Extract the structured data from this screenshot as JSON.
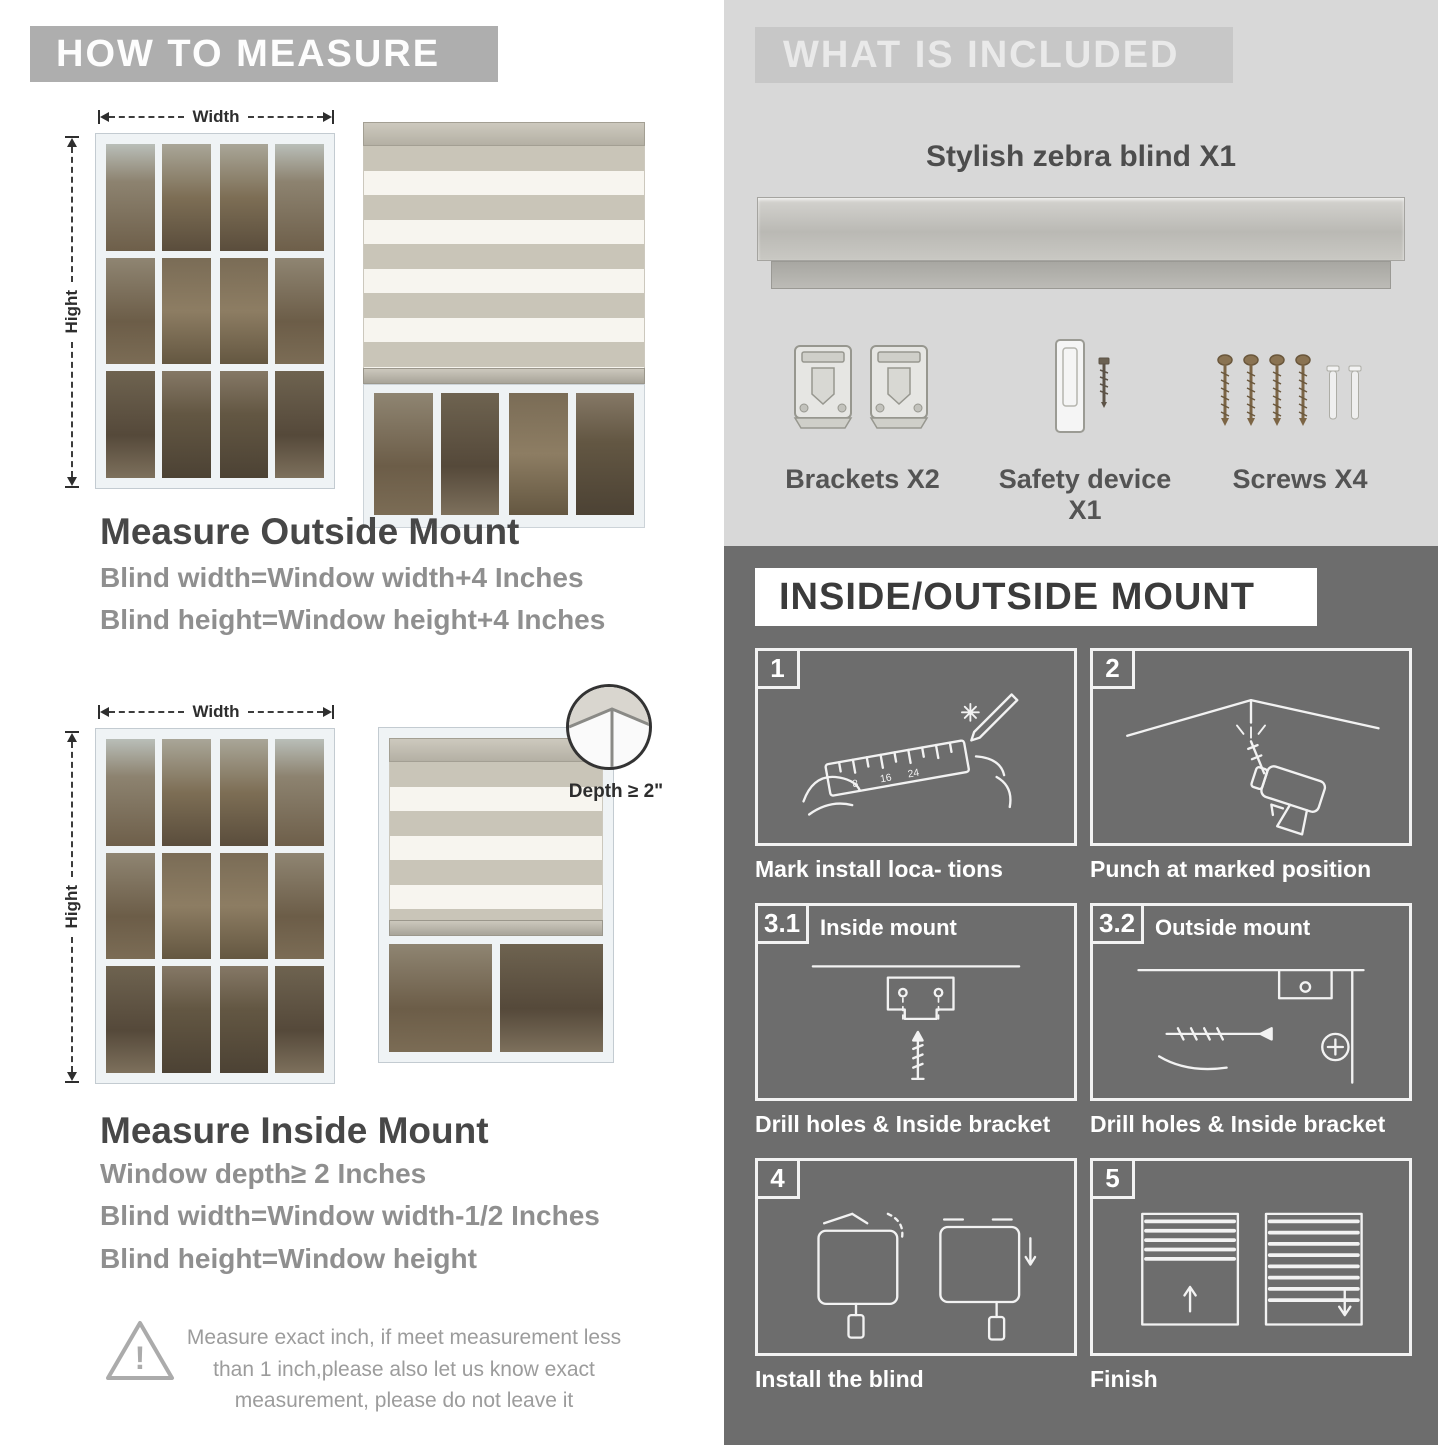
{
  "colors": {
    "banner_gray": "#aeaeae",
    "included_bg": "#d8d8d8",
    "mount_bg": "#6d6d6d"
  },
  "left": {
    "header": "HOW TO MEASURE",
    "width_label": "Width",
    "height_label": "Hight",
    "outside": {
      "title": "Measure Outside Mount",
      "line1": "Blind width=Window width+4 Inches",
      "line2": "Blind height=Window height+4 Inches"
    },
    "inside": {
      "title": "Measure Inside Mount",
      "depth_label": "Depth ≥ 2\"",
      "line1": "Window depth≥ 2 Inches",
      "line2": "Blind width=Window width-1/2 Inches",
      "line3": "Blind height=Window height"
    },
    "warning": {
      "icon": "exclamation-triangle-icon",
      "text": "Measure exact inch, if meet measurement less than 1 inch,please also let us know exact measurement, please do not leave it"
    }
  },
  "included": {
    "header": "WHAT IS INCLUDED",
    "blind_label": "Stylish zebra blind X1",
    "items": [
      {
        "label": "Brackets X2",
        "icon": "bracket-icon"
      },
      {
        "label": "Safety device X1",
        "icon": "safety-device-icon"
      },
      {
        "label": "Screws X4",
        "icon": "screw-icon"
      }
    ]
  },
  "mount": {
    "header": "INSIDE/OUTSIDE MOUNT",
    "steps": [
      {
        "num": "1",
        "caption": "Mark install loca- tions"
      },
      {
        "num": "2",
        "caption": "Punch at  marked position"
      },
      {
        "num": "3.1",
        "title": "Inside mount",
        "caption": "Drill holes &  Inside bracket"
      },
      {
        "num": "3.2",
        "title": "Outside mount",
        "caption": "Drill holes &  Inside bracket"
      },
      {
        "num": "4",
        "caption": "Install the blind"
      },
      {
        "num": "5",
        "caption": "Finish"
      }
    ]
  }
}
